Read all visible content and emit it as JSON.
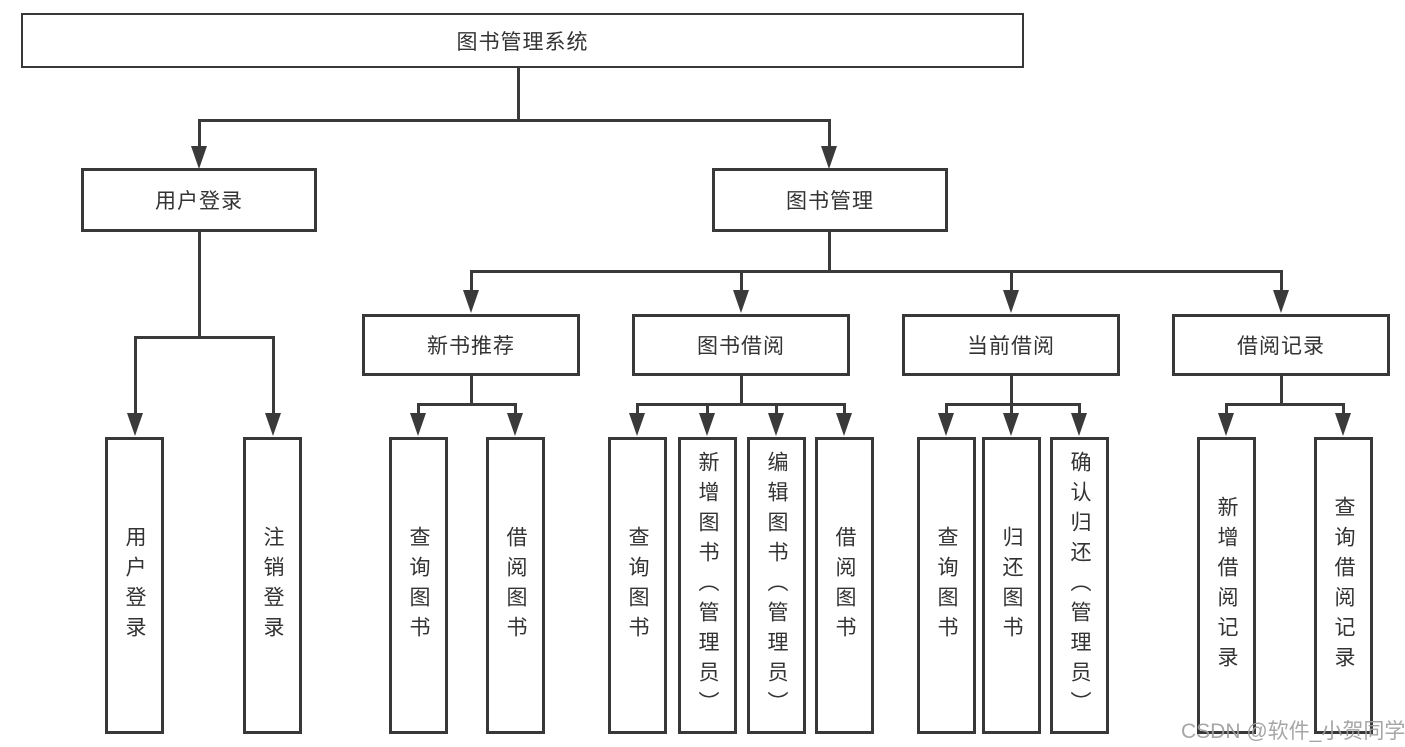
{
  "diagram": {
    "title": "图书管理系统",
    "level2": {
      "user_login": "用户登录",
      "book_mgmt": "图书管理"
    },
    "level3": {
      "new_books": "新书推荐",
      "book_borrow": "图书借阅",
      "current_borrow": "当前借阅",
      "borrow_records": "借阅记录"
    },
    "leaves": {
      "user_login": [
        "用户登录",
        "注销登录"
      ],
      "new_books": [
        "查询图书",
        "借阅图书"
      ],
      "book_borrow": [
        "查询图书",
        "新增图书（管理员）",
        "编辑图书（管理员）",
        "借阅图书"
      ],
      "current_borrow": [
        "查询图书",
        "归还图书",
        "确认归还（管理员）"
      ],
      "borrow_records": [
        "新增借阅记录",
        "查询借阅记录"
      ]
    },
    "watermark": "CSDN @软件_小贺同学",
    "colors": {
      "line": "#3a3a3a",
      "box_border": "#383838",
      "text": "#333333",
      "watermark": "#9e9e9e",
      "background": "#ffffff"
    }
  }
}
